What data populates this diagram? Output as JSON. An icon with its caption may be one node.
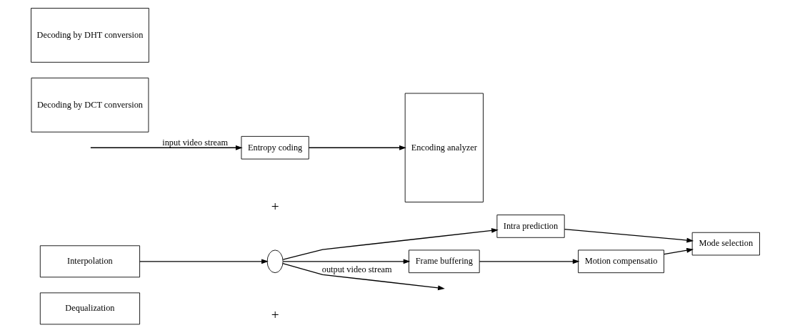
{
  "diagram": {
    "nodes": [
      {
        "text": [
          "Dequalization"
        ]
      },
      {
        "text": [
          "Interpolation"
        ]
      },
      {
        "text": [
          "Encoding analyzer"
        ]
      },
      {
        "text": [
          "Decoding by DCT conversion"
        ]
      },
      {
        "text": [
          "Decoding by DHT conversion"
        ]
      },
      {
        "text": [
          "Entropy coding"
        ]
      },
      {
        "text": [],
        "shape": "circle"
      },
      {
        "text": [
          "Mode selection"
        ]
      },
      {
        "text": [
          "Intra prediction"
        ]
      },
      {
        "text": [
          "Motion compensatio"
        ]
      },
      {
        "text": [
          "Frame buffering"
        ]
      }
    ],
    "edges": [
      {
        "from": null,
        "to": 5,
        "arrow": "to",
        "label": "input video stream"
      },
      {
        "from": 5,
        "to": 2,
        "arrow": "to"
      },
      {
        "from": 1,
        "to": 6,
        "arrow": "to"
      },
      {
        "from": 6,
        "to": null,
        "arrow": "to",
        "label": "output video stream"
      },
      {
        "from": 6,
        "to": 8,
        "arrow": "to"
      },
      {
        "from": 6,
        "to": 10,
        "arrow": "to"
      },
      {
        "from": 8,
        "to": 7,
        "arrow": "to"
      },
      {
        "from": 10,
        "to": 9,
        "arrow": "to"
      },
      {
        "from": 9,
        "to": 7,
        "arrow": "to"
      }
    ],
    "labels": [
      "+",
      "+"
    ]
  }
}
